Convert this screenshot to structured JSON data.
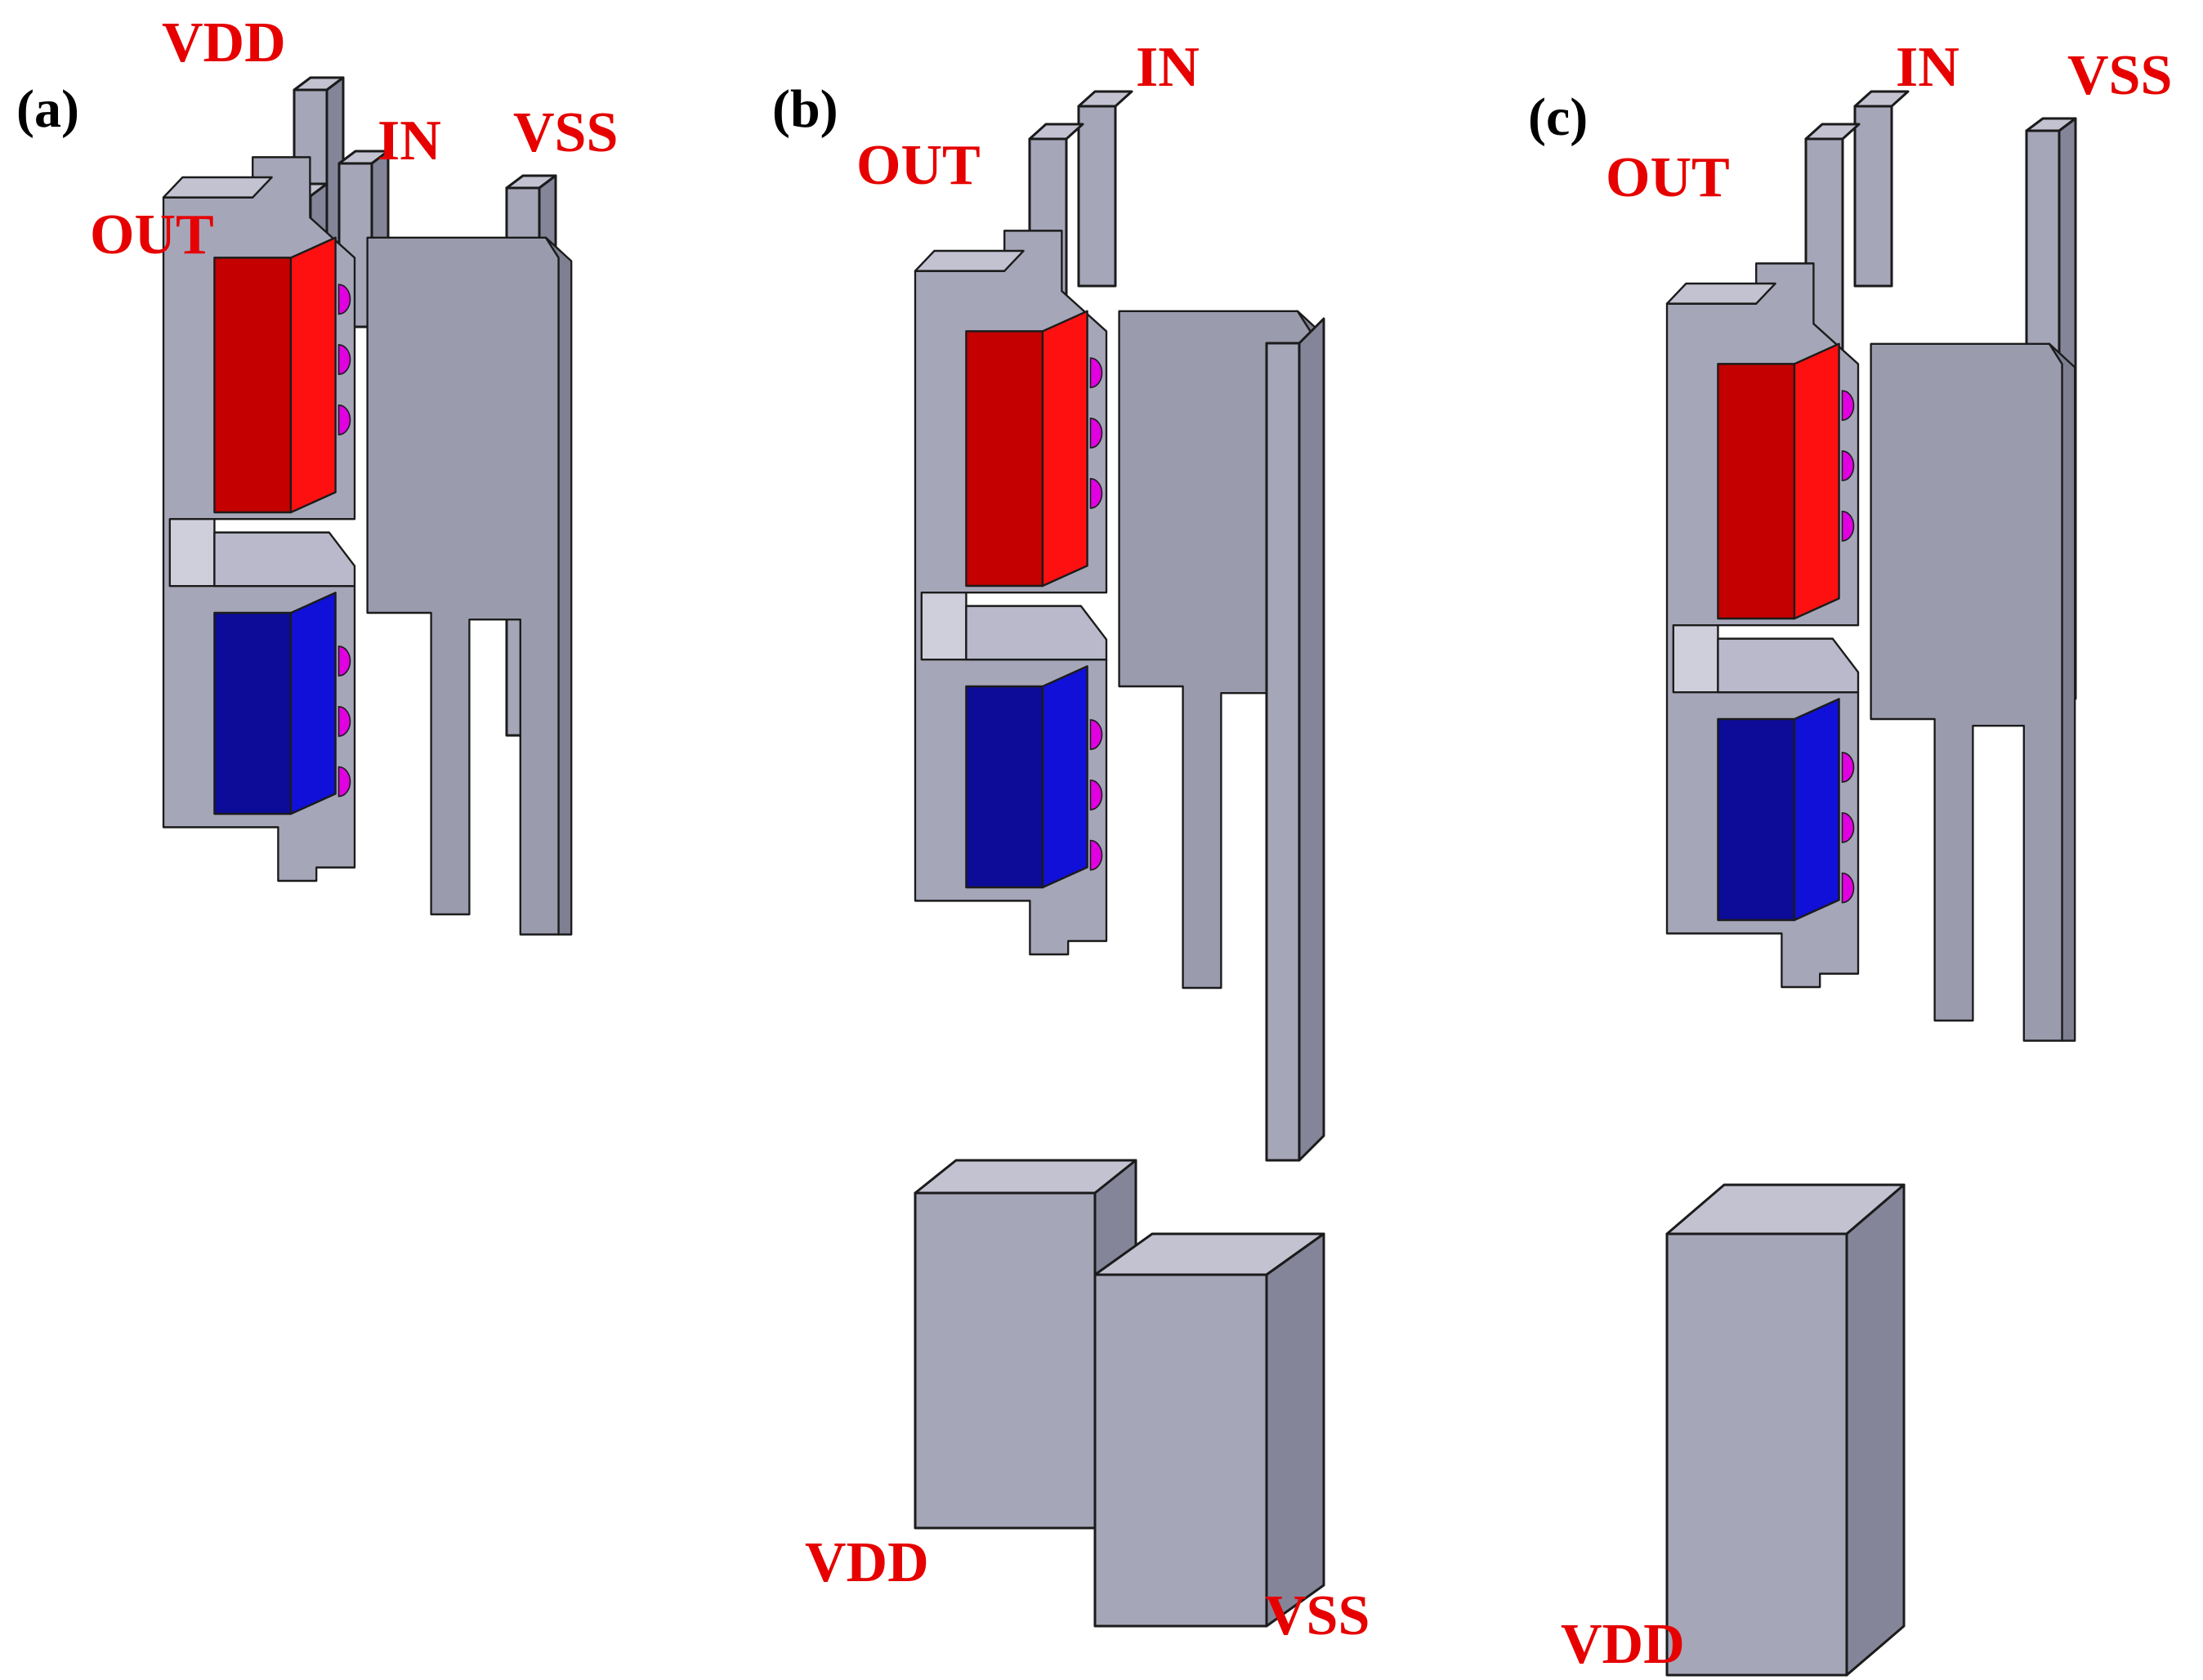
{
  "panels": [
    {
      "id": "a",
      "tag": "(a)",
      "terminals": {
        "vdd": "VDD",
        "in": "IN",
        "vss": "VSS",
        "out": "OUT"
      }
    },
    {
      "id": "b",
      "tag": "(b)",
      "terminals": {
        "in": "IN",
        "out": "OUT",
        "vdd": "VDD",
        "vss": "VSS"
      }
    },
    {
      "id": "c",
      "tag": "(c)",
      "terminals": {
        "in": "IN",
        "vss": "VSS",
        "out": "OUT",
        "vdd": "VDD"
      }
    }
  ],
  "colors": {
    "label_red": "#e60000",
    "metal_face": "#a7a7ba",
    "metal_side": "#8a8a9c",
    "metal_top": "#c3c3d2",
    "channel_red": "#c80000",
    "channel_blue": "#0a0a96",
    "gate_contact": "#e000e0"
  }
}
